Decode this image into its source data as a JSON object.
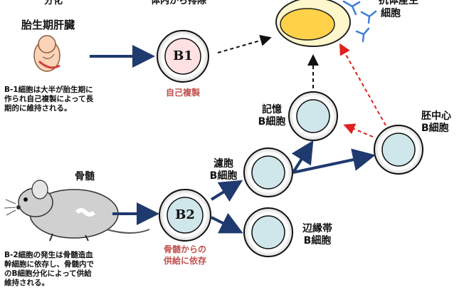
{
  "top_cut": {
    "left": "分化",
    "middle": "体内から排除",
    "right_line1": "抗体産生",
    "right_line2": "細胞"
  },
  "fetal": {
    "title": "胎生期肝臓",
    "note": "B-1細胞は大半が胎生期に\n作られ自己複製によって長\n期的に維持される。",
    "cell_label": "B1",
    "cell_caption": "自己複製"
  },
  "marrow": {
    "title": "骨髄",
    "note": "B-2細胞の発生は骨髄造血\n幹細胞に依存し、骨髄内で\nのB細胞分化によって供給\n維持される。",
    "cell_label": "B2",
    "cell_caption": "骨髄からの\n供給に依存"
  },
  "cells": {
    "follicular": "濾胞\nB細胞",
    "memory": "記憶\nB細胞",
    "germinal": "胚中心\nB細胞",
    "marginal": "辺縁帯\nB細胞"
  },
  "colors": {
    "arrow_navy": "#1f3a6e",
    "arrow_red": "#e02020",
    "b1_fill": "#ffe1e1",
    "b2_fill": "#cfe6ea",
    "cell_inner": "#cfe6ea",
    "caption_red": "#c0504d",
    "plasma_yellow": "#ffd24a",
    "antibody_blue": "#3d7fd6"
  }
}
